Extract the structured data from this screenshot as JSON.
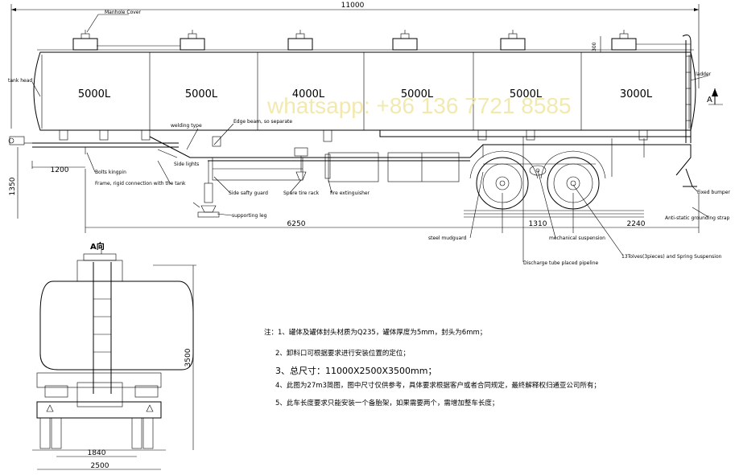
{
  "dimensions": {
    "overall_length": "11000",
    "manhole_height": "300",
    "king_pin_front": "1200",
    "height_1350": "1350",
    "wheelbase_6250": "6250",
    "axle_spacing": "1310",
    "rear_overhang": "2240",
    "height_total": "3500",
    "track_width": "1840",
    "overall_width": "2500"
  },
  "compartments": [
    "5000L",
    "5000L",
    "4000L",
    "5000L",
    "5000L",
    "3000L"
  ],
  "labels": {
    "manhole_cover": "Manhole Cover",
    "tank_head": "tank head",
    "ladder": "ladder",
    "welding_type": "welding type",
    "edge_beam": "Edge beam, so separate",
    "side_lights": "Side lights",
    "bolts_kingpin": "Bolts kingpin",
    "frame": "Frame, rigid connection with the tank",
    "side_guard": "Side safty guard",
    "spare_tire": "Spare tire rack",
    "fire_ext": "fire extinguisher",
    "support_leg": "supporting leg",
    "fixed_bumper": "Fixed bumper",
    "grounding": "Anti-static grounding strap",
    "mudguard": "steel mudguard",
    "suspension": "mechanical suspension",
    "discharge": "Discharge tube placed pipeline",
    "valves": "13Tolves(3pieces) and Spring Suspension",
    "view_a": "A向",
    "arrow_a": "A"
  },
  "notes": [
    {
      "num": "注：1、",
      "text": "罐体及罐体封头材质为Q235，罐体厚度为5mm，封头为6mm；"
    },
    {
      "num": "2、",
      "text": "卸料口可根据要求进行安装位置的定位；"
    },
    {
      "num": "3、",
      "text": "总尺寸：11000X2500X3500mm；"
    },
    {
      "num": "4、",
      "text": "此图为27m3简图，图中尺寸仅供参考，具体要求根据客户或者合同规定，最终解释权归通亚公司所有；"
    },
    {
      "num": "5、",
      "text": "此车长度要求只能安装一个备胎架，如果需要两个，需增加整车长度；"
    }
  ],
  "watermark": "whatsapp: +86 136 7721 8585"
}
